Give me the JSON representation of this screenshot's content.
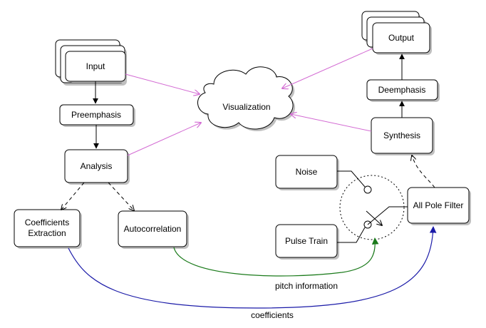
{
  "nodes": {
    "input": "Input",
    "preemphasis": "Preemphasis",
    "analysis": "Analysis",
    "coefficients_extraction": [
      "Coefficients",
      "Extraction"
    ],
    "autocorrelation": "Autocorrelation",
    "visualization": "Visualization",
    "output": "Output",
    "deemphasis": "Deemphasis",
    "synthesis": "Synthesis",
    "noise": "Noise",
    "pulse_train": "Pulse Train",
    "all_pole_filter": "All Pole Filter"
  },
  "edge_labels": {
    "pitch_information": "pitch information",
    "coefficients": "coefficients"
  },
  "colors": {
    "visualization_edges": "#d36bd3",
    "pitch_edge": "#1a7a1a",
    "coefficients_edge": "#1a1aa8"
  }
}
